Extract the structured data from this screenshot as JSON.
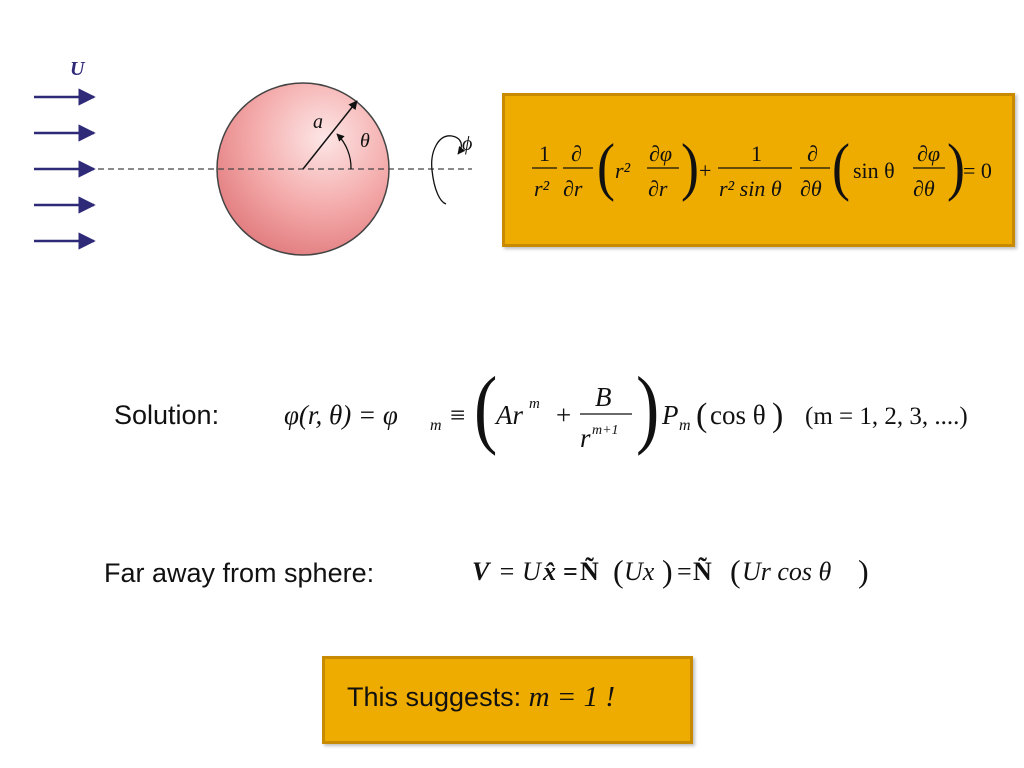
{
  "diagram": {
    "flow_label": "U",
    "radius_label": "a",
    "polar_angle_label": "θ",
    "azimuth_label": "ϕ",
    "colors": {
      "sphere_center": "#fbdcdc",
      "sphere_edge": "#e0797c",
      "arrows": "#2e2a78",
      "box": "#efac00",
      "box_border": "#c88a00"
    }
  },
  "laplace_equation": {
    "one": "1",
    "r_squared": "r²",
    "partial": "∂",
    "partial_r": "∂r",
    "partial_phi": "∂φ",
    "partial_theta": "∂θ",
    "plus": "+",
    "r2sin": "r² sin θ",
    "sin_theta": "sin θ",
    "equals_zero": "= 0"
  },
  "solution": {
    "label": "Solution:",
    "lhs": "φ(r, θ) = φ",
    "lhs_sub": "m",
    "equiv": "≡",
    "A": "Ar",
    "A_exp": "m",
    "plus": "+",
    "B": "B",
    "r_den": "r",
    "r_den_exp": "m+1",
    "P": "P",
    "P_sub": "m",
    "cos_arg": "cos θ",
    "range": "(m = 1, 2, 3, ....)"
  },
  "far_away": {
    "label": "Far away from sphere:",
    "V": "V",
    "eq1": "= U",
    "xhat": "x̂",
    "eq2": "=",
    "nabla1": "Ñ",
    "arg1": "Ux",
    "eq3": "=",
    "nabla2": "Ñ",
    "arg2": "Ur cos θ"
  },
  "conclusion": {
    "prefix": "This suggests: ",
    "math": "m = 1 !"
  }
}
